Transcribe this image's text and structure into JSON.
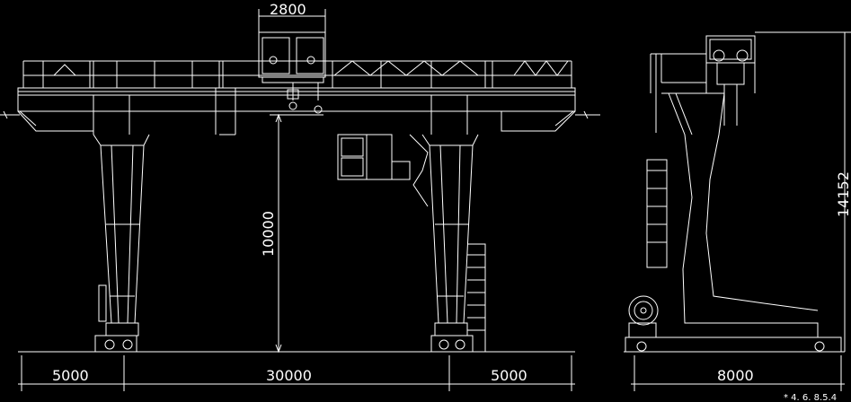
{
  "drawing": {
    "colors": {
      "background": "#000000",
      "line": "#ffffff"
    },
    "dimensions": {
      "trolley_gauge": "2800",
      "left_cantilever": "5000",
      "span": "30000",
      "right_cantilever": "5000",
      "lifting_height": "10000",
      "base_length": "8000",
      "total_height": "14152"
    },
    "partial_text": "* 4. 6. 8.5.4"
  }
}
